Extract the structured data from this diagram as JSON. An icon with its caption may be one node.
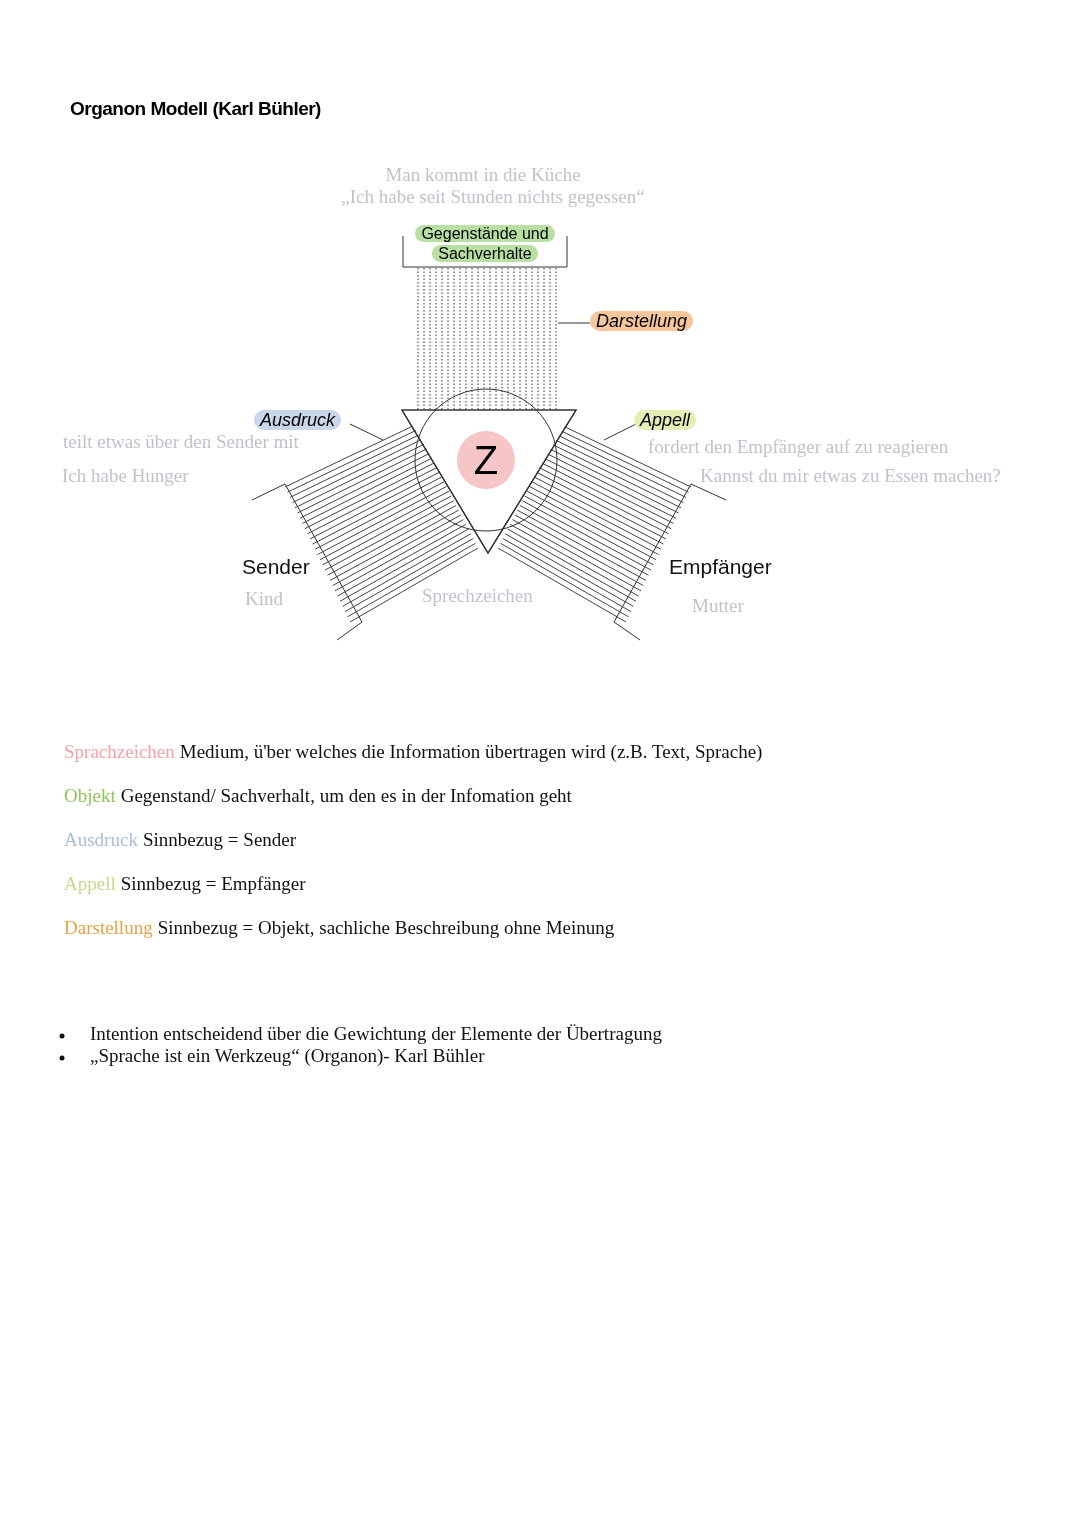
{
  "diagram": {
    "title": "Organon Modell (Karl Bühler)",
    "nodes": [
      {
        "text": [
          "Gegenstände und Sachverhalte"
        ]
      },
      {
        "text": [
          "Z"
        ]
      },
      {
        "text": [
          "Darstellung"
        ]
      },
      {
        "text": [
          "Ausdruck"
        ]
      },
      {
        "text": [
          "Appell"
        ]
      },
      {
        "text": [],
        "shape": "bar"
      },
      {
        "text": [],
        "shape": "bar"
      },
      {
        "text": [],
        "shape": "bar"
      }
    ],
    "edges": [
      {
        "from": 2,
        "to": 5,
        "arrow": "none"
      },
      {
        "from": 3,
        "to": 6,
        "arrow": "none"
      },
      {
        "from": 4,
        "to": 7,
        "arrow": "none"
      }
    ],
    "labels": [
      "Man kommt in die Küche",
      "„Ich habe seit Stunden nichts gegessen“",
      "teilt etwas über den Sender mit",
      "Ich habe Hunger",
      "fordert den Empfänger auf zu reagieren",
      "Kannst du mir etwas zu Essen machen?",
      "Sender",
      "Kind",
      "Sprechzeichen",
      "Empfänger",
      "Mutter",
      "Sprachzeichen",
      "Medium, ü'ber welches die Information übertragen wird (z.B. Text, Sprache)",
      "Objekt",
      "Gegenstand/ Sachverhalt, um den es in der Infomation geht",
      "Ausdruck",
      "Sinnbezug = Sender",
      "Appell",
      "Sinnbezug = Empfänger",
      "Darstellung",
      "Sinnbezug = Objekt, sachliche Beschreibung ohne Meinung",
      "Intention entscheidend über die Gewichtung der Elemente der Übertragung",
      "„Sprache ist ein Werkzeug“ (Organon)- Karl Bühler"
    ]
  }
}
